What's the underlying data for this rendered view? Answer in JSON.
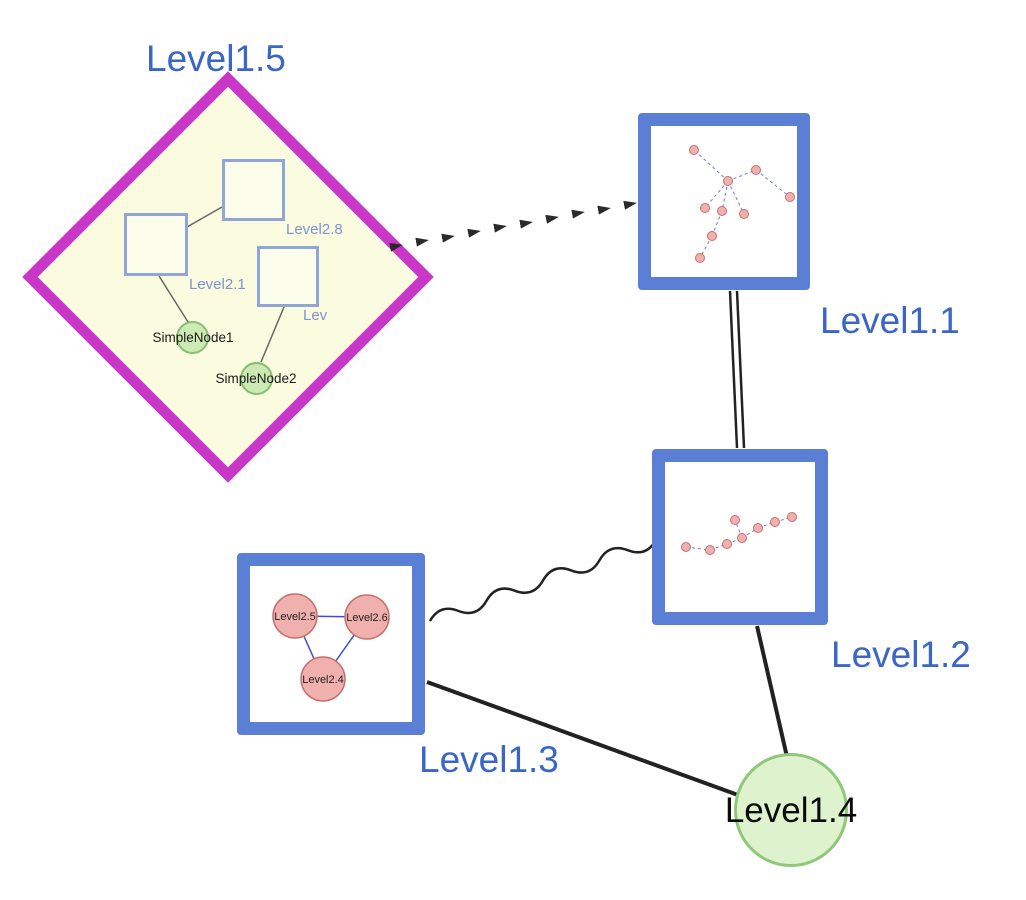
{
  "labels": {
    "level1_5": "Level1.5",
    "level1_1": "Level1.1",
    "level1_2": "Level1.2",
    "level1_3": "Level1.3",
    "level1_4": "Level1.4",
    "level2_8": "Level2.8",
    "level2_1": "Level2.1",
    "level2_truncated": "Lev",
    "simple_node1": "SimpleNode1",
    "simple_node2": "SimpleNode2",
    "level2_5": "Level2.5",
    "level2_6": "Level2.6",
    "level2_4": "Level2.4"
  },
  "colors": {
    "label_blue": "#3a66c8",
    "node_border_blue": "#5b7fd4",
    "inner_square_border": "#8fa6d6",
    "inner_label_blue": "#7d92d4",
    "diamond_magenta": "#c837c8",
    "diamond_fill": "#fbfcdf",
    "green_fill": "#def3cd",
    "green_border": "#8fc87a",
    "small_green_fill": "#cdeab5",
    "small_green_border": "#86bf6e",
    "pink_fill": "#f0b0ad",
    "pink_border": "#c4716d",
    "edge_black": "#222222",
    "mini_edge_blue": "#6b7fd7",
    "tri_edge_blue": "#3f4ec4"
  }
}
